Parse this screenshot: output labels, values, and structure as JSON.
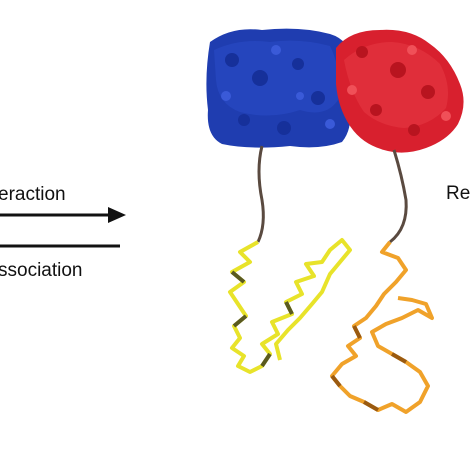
{
  "labels": {
    "forward": "eraction",
    "reverse": "ssociation",
    "right_edge": "Re"
  },
  "colors": {
    "protein_a": "#1f3db0",
    "protein_b": "#d8202e",
    "linker": "#5a4a40",
    "peptide_a": "#e8e32a",
    "peptide_b": "#f0a22a",
    "arrow": "#111111"
  },
  "icons": [
    "blue-protein-surface",
    "red-protein-surface",
    "yellow-peptide-trace",
    "orange-peptide-trace"
  ]
}
